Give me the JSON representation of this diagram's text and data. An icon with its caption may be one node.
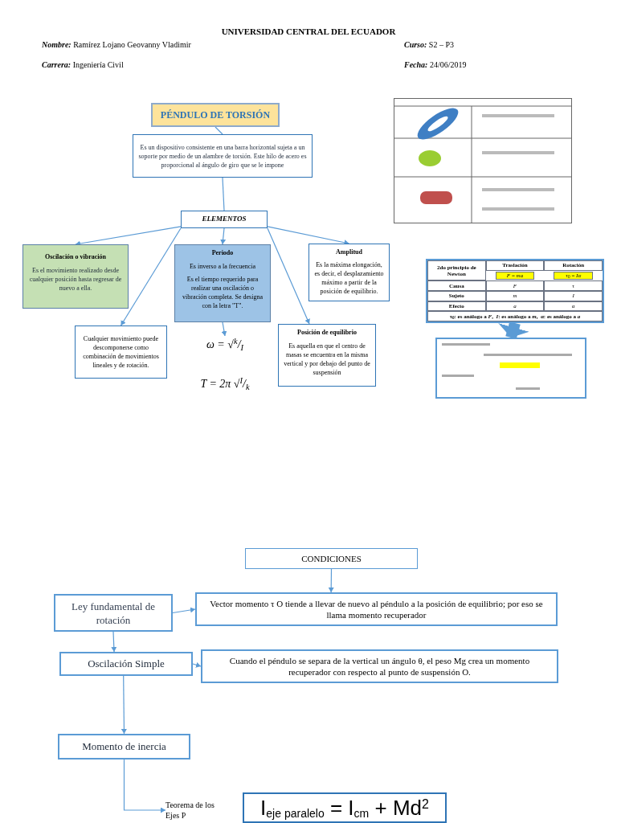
{
  "diagram": {
    "title": "UNIVERSIDAD CENTRAL DEL ECUADOR",
    "nodes": [
      {
        "text": [
          "PÉNDULO DE TORSIÓN"
        ]
      },
      {
        "text": [
          "Es un dispositivo consistente en una barra horizontal sujeta a un soporte por medio de un alambre de torsión. Este hilo de acero es proporcional al ángulo de giro que se le impone"
        ]
      },
      {
        "text": [
          "ELEMENTOS"
        ]
      },
      {
        "text": [
          "Oscilación o vibración",
          "Es el movimiento realizado desde cualquier posición hasta regresar de nuevo a ella."
        ]
      },
      {
        "text": [
          "Periodo",
          "Es inverso a la frecuencia",
          "Es el tiempo requerido para realizar una oscilación o vibración completa. Se designa con la letra \"T\"."
        ]
      },
      {
        "text": [
          "Amplitud",
          "Es la máxima elongación, es decir, el desplazamiento máximo a partir de la posición de equilibrio."
        ]
      },
      {
        "text": [
          "Cualquier movimiento puede descomponerse como combinación de movimientos lineales y de rotación."
        ]
      },
      {
        "text": [
          "ω = √$^{k}$/$_{I}$",
          "T = 2π √$^{I}$/$_{k}$"
        ]
      },
      {
        "text": [
          "Posición de equilibrio",
          "Es aquella en que el centro de masas se encuentra en la misma vertical y por debajo del punto de suspensión"
        ]
      },
      {
        "text": [],
        "shape": "picture"
      },
      {
        "text": [],
        "shape": "box"
      },
      {
        "text": [],
        "shape": "picture"
      },
      {
        "text": [
          "CONDICIONES"
        ]
      },
      {
        "text": [
          "Ley fundamental de rotación"
        ]
      },
      {
        "text": [
          "Vector momento τ O tiende a llevar de nuevo al péndulo a la posición de equilibrio; por eso se llama momento recuperador"
        ]
      },
      {
        "text": [
          "Oscilación Simple"
        ]
      },
      {
        "text": [
          "Cuando el péndulo se separa de la vertical un ángulo θ, el peso Mg crea un momento recuperador con respecto al punto de suspensión O."
        ]
      },
      {
        "text": [
          "Momento de inercia"
        ]
      },
      {
        "text": [
          "Teorema de los Ejes P"
        ]
      },
      {
        "text": [
          "I$_{eje paralelo}$ = I$_{cm}$ + Md$^{2}$"
        ]
      }
    ],
    "edges": [
      {
        "from": 0,
        "to": 1,
        "arrow": "none"
      },
      {
        "from": 1,
        "to": 2,
        "arrow": "none"
      },
      {
        "from": 2,
        "to": 3,
        "arrow": "to"
      },
      {
        "from": 2,
        "to": 6,
        "arrow": "to"
      },
      {
        "from": 2,
        "to": 4,
        "arrow": "to"
      },
      {
        "from": 2,
        "to": 8,
        "arrow": "to"
      },
      {
        "from": 2,
        "to": 5,
        "arrow": "to"
      },
      {
        "from": 4,
        "to": 7,
        "arrow": "to"
      },
      {
        "from": 10,
        "to": 11,
        "arrow": "to",
        "style": "thick"
      },
      {
        "from": 12,
        "to": 14,
        "arrow": "to"
      },
      {
        "from": 13,
        "to": 14,
        "arrow": "to"
      },
      {
        "from": 13,
        "to": 15,
        "arrow": "to"
      },
      {
        "from": 15,
        "to": 16,
        "arrow": "to"
      },
      {
        "from": 15,
        "to": 17,
        "arrow": "to"
      },
      {
        "from": 17,
        "to": 18,
        "arrow": "to"
      }
    ],
    "labels": [
      "*Nombre:* Ramírez Lojano Geovanny Vladimir",
      "*Curso:* S2 – P3",
      "*Carrera:* Ingeniería Civil",
      "*Fecha:* 24/06/2019",
      "2do principio de Newton",
      "Traslación",
      "Rotación",
      "*F* = *ma*",
      "τ$_{0}$ = *Iα*",
      "Causa",
      "*F*",
      "τ",
      "Sujeto",
      "*m*",
      "*I*",
      "Efecto",
      "*a*",
      "α",
      "τ$_{0}$: es análogo a *F*,  *I*: es análogo a *m*,  α: es análogo a *a*"
    ]
  }
}
